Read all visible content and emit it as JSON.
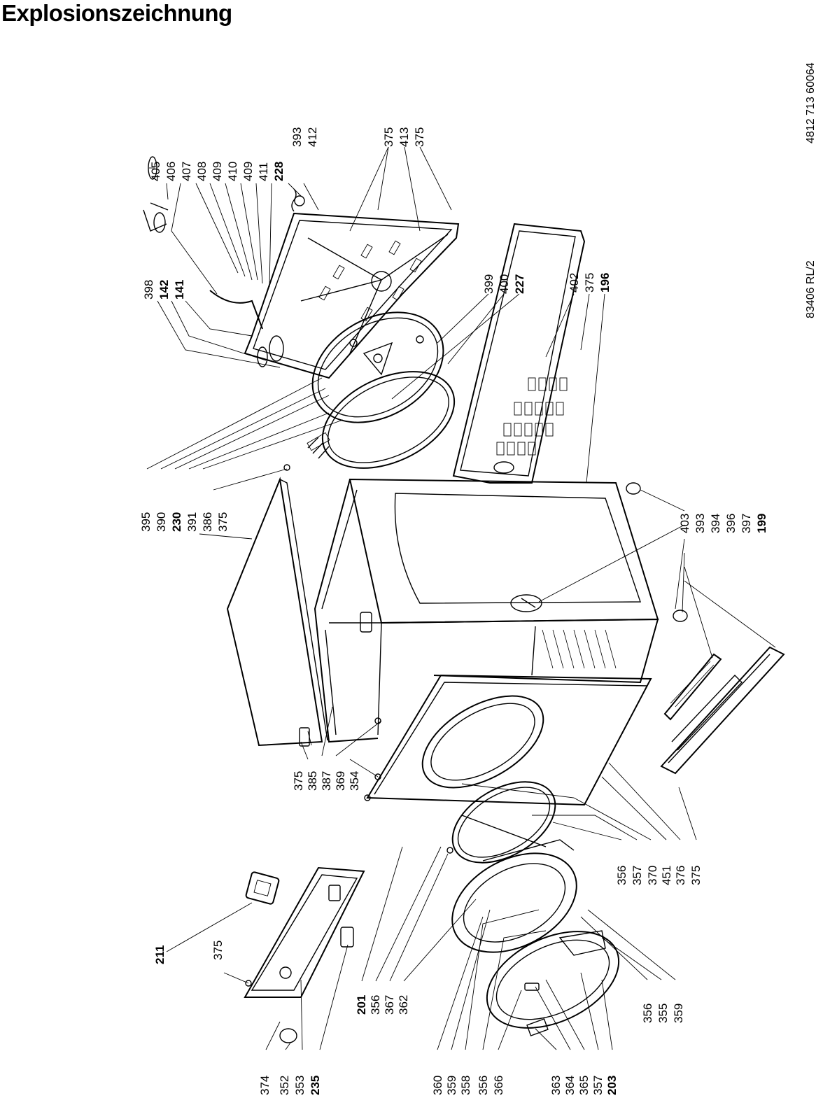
{
  "title": "Explosionszeichnung",
  "document_codes": {
    "code_right": "4812 713 60064",
    "code_left": "83406 RL/2"
  },
  "labels": {
    "g_top_left": [
      "405",
      "406",
      "407",
      "408",
      "409",
      "410",
      "409",
      "411",
      "228"
    ],
    "g_393_412": [
      "393",
      "412"
    ],
    "g_375_413": [
      "375",
      "413",
      "375"
    ],
    "g_398": [
      "398",
      "142",
      "141"
    ],
    "g_399": [
      "399",
      "400",
      "227"
    ],
    "g_402": [
      "402",
      "375",
      "196"
    ],
    "g_395": [
      "395",
      "390",
      "230",
      "391",
      "386",
      "375"
    ],
    "g_403": [
      "403",
      "393",
      "394",
      "396",
      "397",
      "199"
    ],
    "g_375_385": [
      "375",
      "385",
      "387",
      "369",
      "354"
    ],
    "g_211": [
      "211"
    ],
    "g_375_small": [
      "375"
    ],
    "g_201": [
      "201",
      "356",
      "367",
      "362"
    ],
    "g_356_375": [
      "356",
      "357",
      "370",
      "451",
      "376",
      "375"
    ],
    "g_356_359": [
      "356",
      "355",
      "359"
    ],
    "g_374": [
      "374",
      "352",
      "353",
      "235"
    ],
    "g_360": [
      "360",
      "359",
      "358",
      "356",
      "366"
    ],
    "g_363": [
      "363",
      "364",
      "365",
      "357",
      "203"
    ]
  },
  "bold_labels": [
    "228",
    "142",
    "141",
    "227",
    "196",
    "230",
    "199",
    "211",
    "201",
    "235",
    "203"
  ]
}
